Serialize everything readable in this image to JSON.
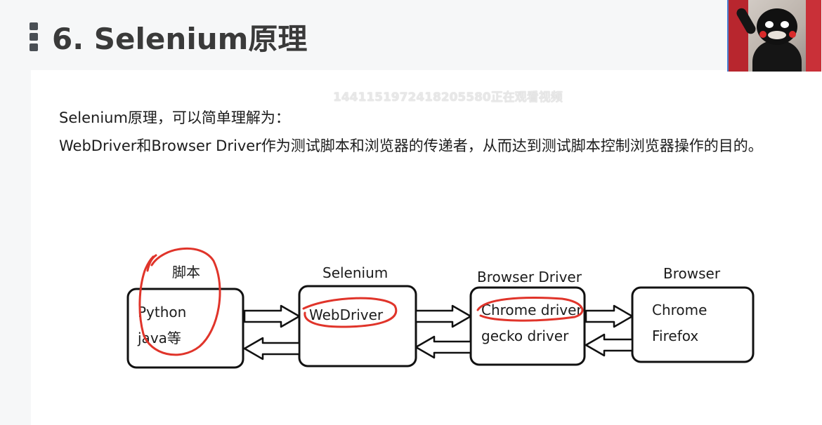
{
  "title": "6. Selenium原理",
  "watermark": "1441151972418205580正在观看视频",
  "intro_line1": "Selenium原理，可以简单理解为：",
  "intro_line2": "WebDriver和Browser Driver作为测试脚本和浏览器的传递者，从而达到测试脚本控制浏览器操作的目的。",
  "diagram": {
    "boxes": [
      {
        "header": "脚本",
        "items": [
          "Python",
          "java等"
        ]
      },
      {
        "header": "Selenium",
        "items": [
          "WebDriver"
        ]
      },
      {
        "header": "Browser Driver",
        "items": [
          "Chrome driver",
          "gecko driver"
        ]
      },
      {
        "header": "Browser",
        "items": [
          "Chrome",
          "Firefox"
        ]
      }
    ]
  },
  "colors": {
    "annotation": "#e0342a",
    "box_stroke": "#111111",
    "title": "#3a3a3a"
  }
}
